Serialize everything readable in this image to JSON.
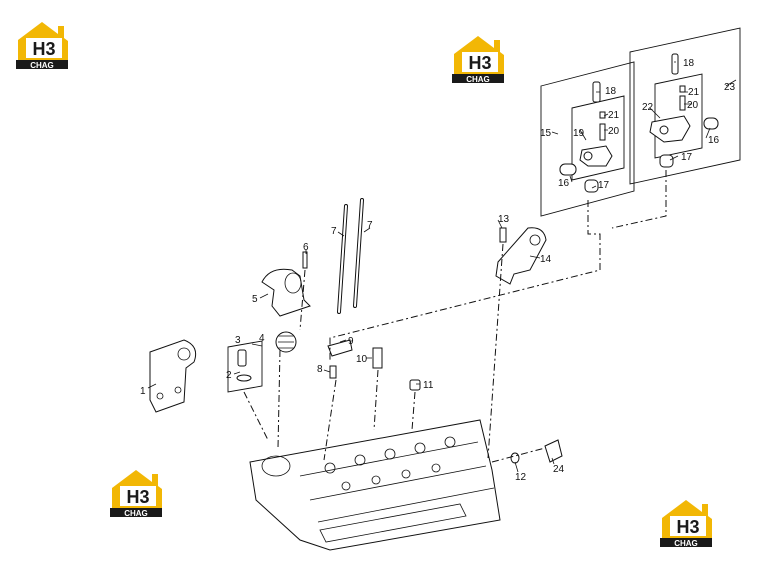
{
  "diagram": {
    "brand": {
      "logo_text": "H3",
      "logo_subtext": "CHAG",
      "colors": {
        "yellow": "#f2b705",
        "dark": "#1a1a1a"
      }
    },
    "callouts": {
      "c1": "1",
      "c2": "2",
      "c3": "3",
      "c4": "4",
      "c5": "5",
      "c6": "6",
      "c7a": "7",
      "c7b": "7",
      "c8": "8",
      "c9": "9",
      "c10": "10",
      "c11": "11",
      "c12": "12",
      "c13": "13",
      "c14": "14",
      "c15": "15",
      "c16a": "16",
      "c16b": "16",
      "c17a": "17",
      "c17b": "17",
      "c18a": "18",
      "c18b": "18",
      "c19": "19",
      "c20a": "20",
      "c20b": "20",
      "c21a": "21",
      "c21b": "21",
      "c22": "22",
      "c23": "23",
      "c24": "24"
    }
  }
}
